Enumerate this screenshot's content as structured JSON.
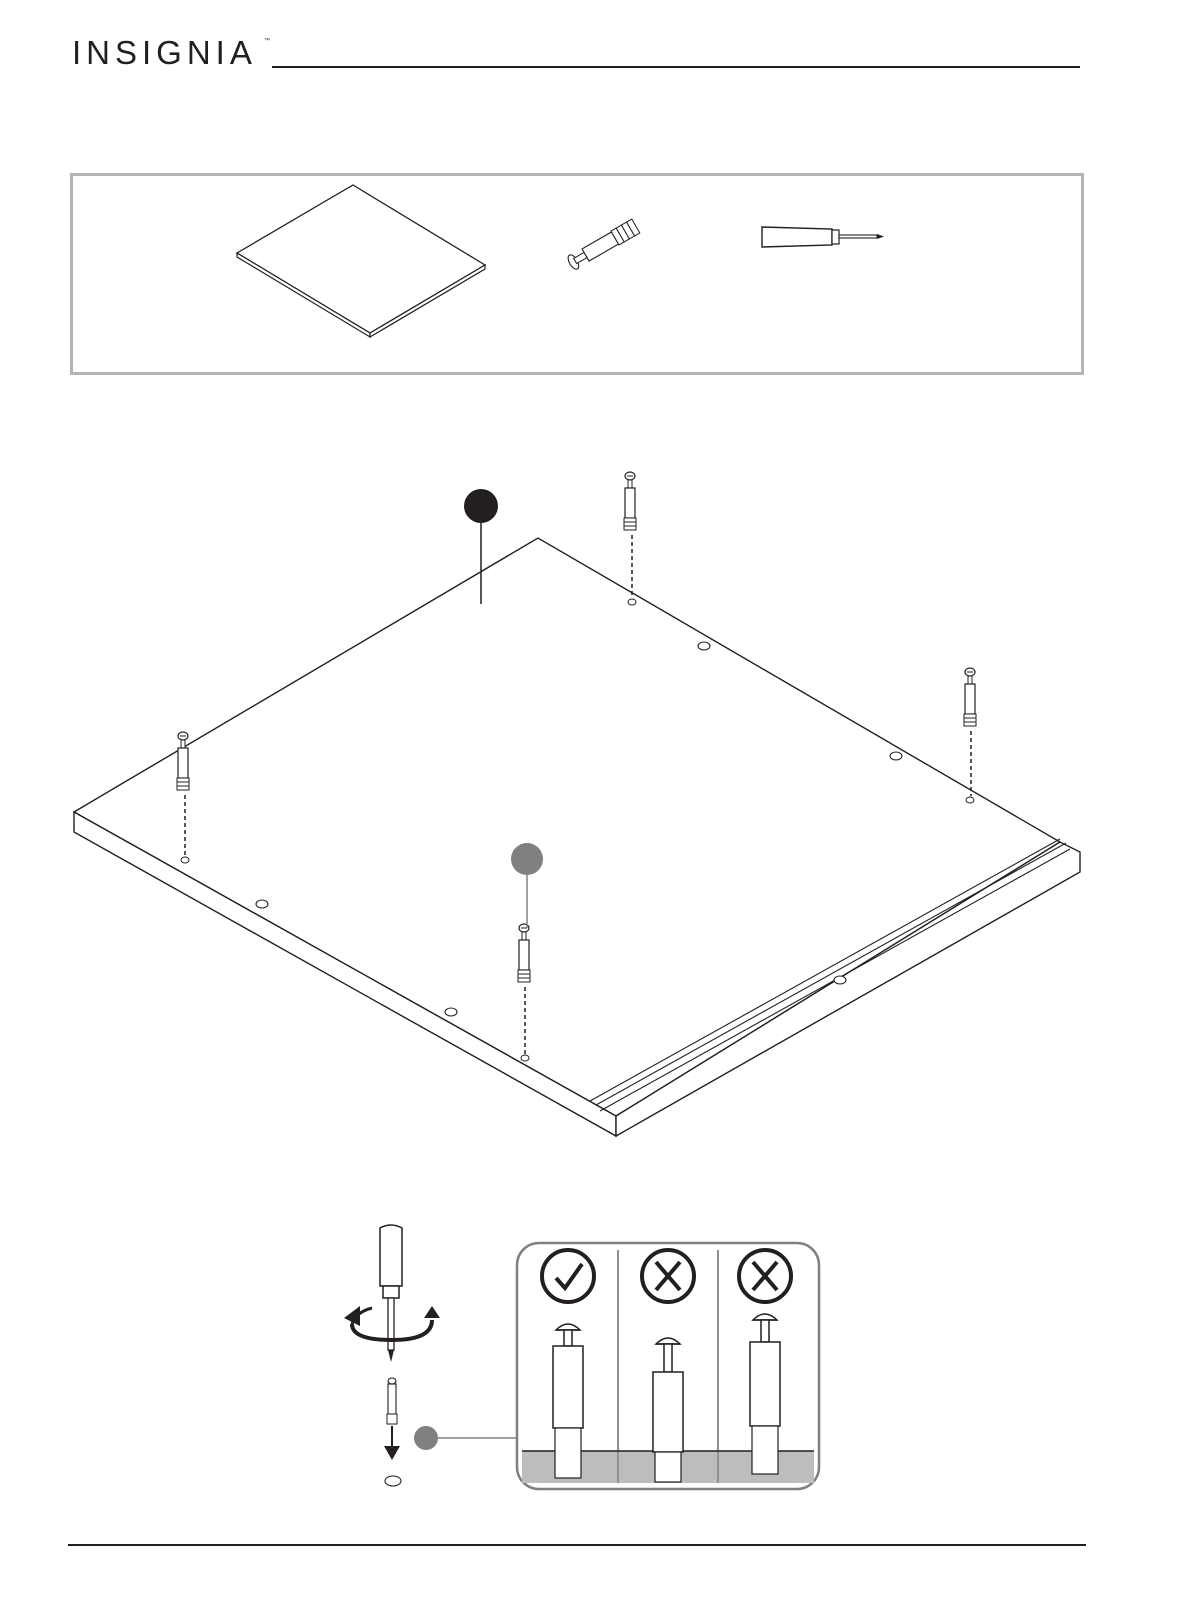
{
  "header": {
    "brand": "INSIGNIA",
    "trademark": "™"
  },
  "parts": [
    {
      "name": "panel",
      "icon": "panel-icon"
    },
    {
      "name": "cam-bolt",
      "icon": "cam-bolt-icon"
    },
    {
      "name": "screwdriver",
      "icon": "screwdriver-icon"
    }
  ],
  "detail_checks": [
    {
      "result": "correct",
      "icon": "checkmark-icon"
    },
    {
      "result": "incorrect",
      "icon": "x-mark-icon"
    },
    {
      "result": "incorrect",
      "icon": "x-mark-icon"
    }
  ],
  "colors": {
    "ink": "#231f20",
    "callout_black": "#231f20",
    "callout_gray": "#808080",
    "frame_gray": "#b4b4b4",
    "wood_gray": "#bdbdbd"
  }
}
